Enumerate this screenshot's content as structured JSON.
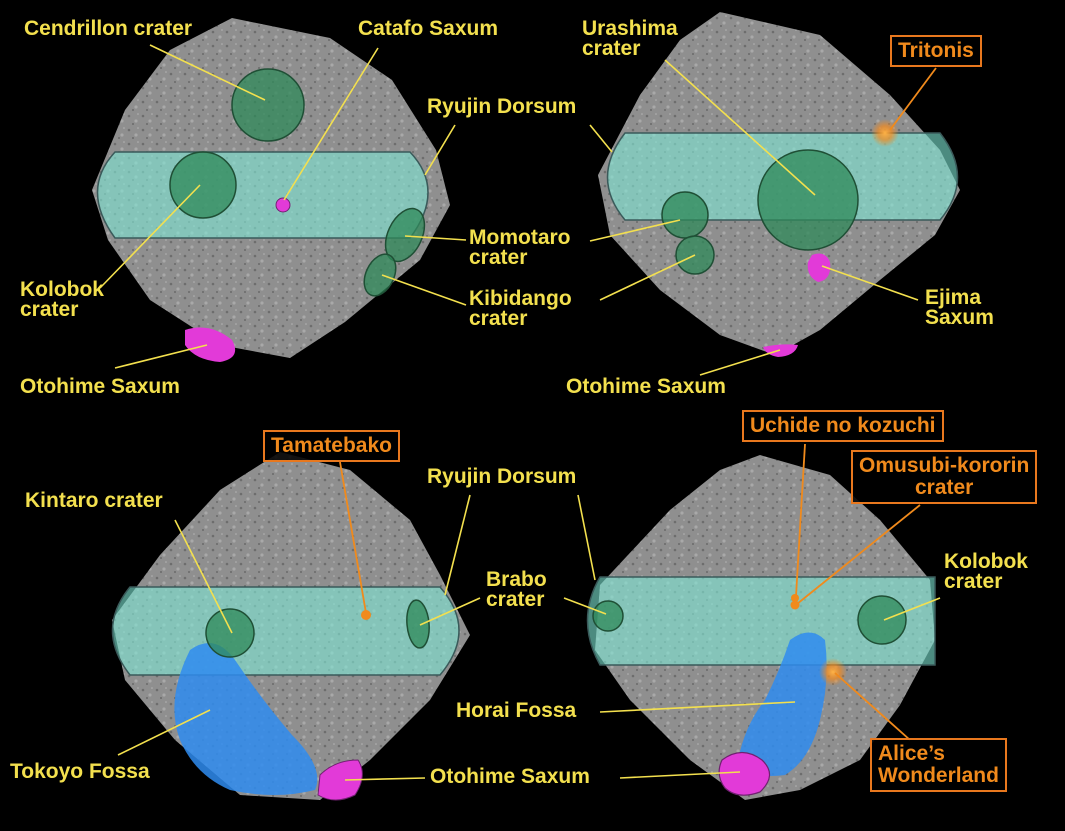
{
  "panels": {
    "top_left": {
      "cendrillon": "Cendrillon crater",
      "catafo": "Catafo Saxum",
      "ryujin": "Ryujin Dorsum",
      "momotaro_1": "Momotaro",
      "momotaro_2": "crater",
      "kibidango_1": "Kibidango",
      "kibidango_2": "crater",
      "kolobok_1": "Kolobok",
      "kolobok_2": "crater",
      "otohime": "Otohime Saxum"
    },
    "top_right": {
      "urashima_1": "Urashima",
      "urashima_2": "crater",
      "tritonis": "Tritonis",
      "ejima_1": "Ejima",
      "ejima_2": "Saxum",
      "otohime": "Otohime Saxum"
    },
    "bottom_left": {
      "tamatebako": "Tamatebako",
      "kintaro": "Kintaro crater",
      "ryujin": "Ryujin Dorsum",
      "brabo_1": "Brabo",
      "brabo_2": "crater",
      "tokoyo": "Tokoyo Fossa",
      "otohime": "Otohime Saxum"
    },
    "bottom_right": {
      "uchide": "Uchide no kozuchi",
      "omusubi_1": "Omusubi-kororin",
      "omusubi_2": "crater",
      "kolobok_1": "Kolobok",
      "kolobok_2": "crater",
      "horai": "Horai Fossa",
      "alice_1": "Alice’s",
      "alice_2": "Wonderland"
    }
  },
  "colors": {
    "label_yellow": "#f3e04e",
    "feature_orange": "#f08a1c",
    "equatorial_band": "#7fe8d6",
    "crater_green": "#2f8a5a",
    "saxum_magenta": "#e23ad8",
    "fossa_blue": "#2f8cf0"
  }
}
